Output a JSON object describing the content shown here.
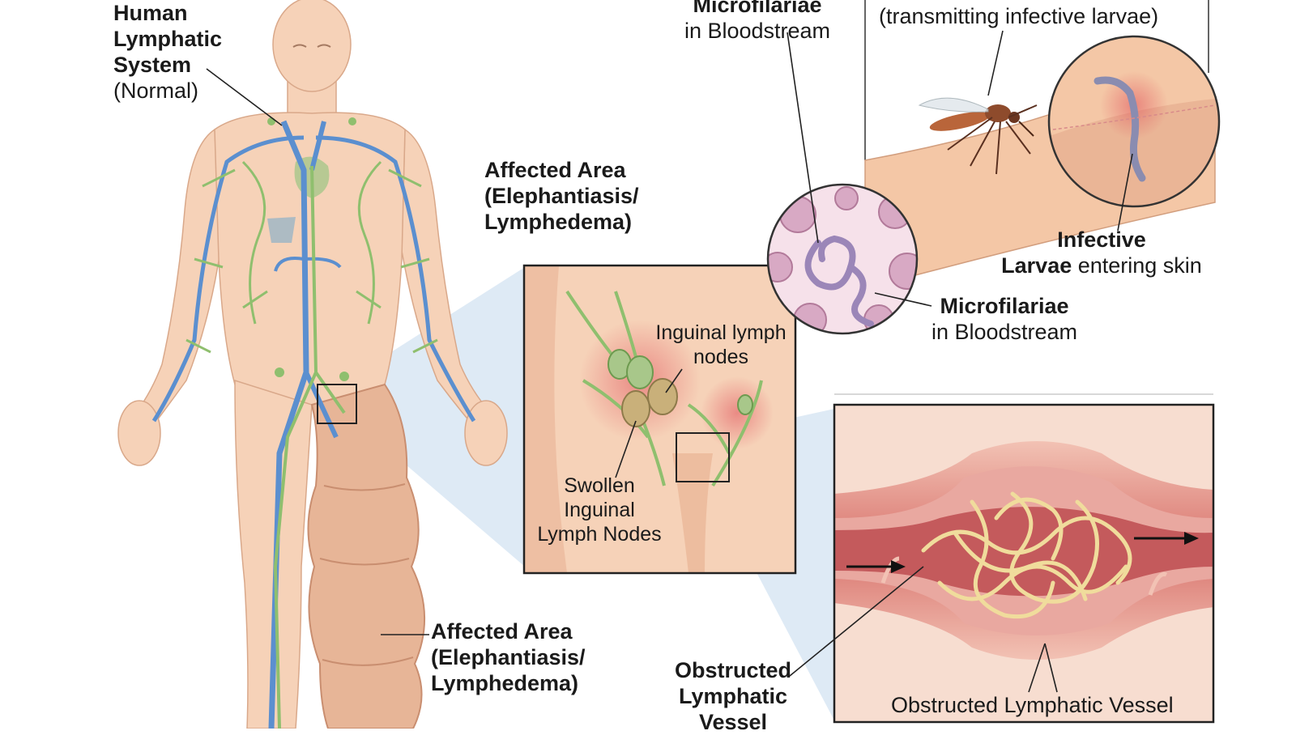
{
  "colors": {
    "skin": "#f6d2b8",
    "skin_shade": "#e9b394",
    "lymph_green": "#8fbf6e",
    "vessel_blue": "#5b8fcf",
    "inflamed_red": "#e0505a",
    "worm_cream": "#f0dc9c",
    "blood_pink": "#d8a9c4",
    "callout_blue": "#d8e6f3"
  },
  "labels": {
    "human_system": {
      "l1": "Human",
      "l2": "Lymphatic",
      "l3": "System",
      "l4": "(Normal)"
    },
    "affected_top": {
      "l1": "Affected Area",
      "l2": "(Elephantiasis/",
      "l3": "Lymphedema)"
    },
    "affected_leg": {
      "l1": "Affected Area",
      "l2": "(Elephantiasis/",
      "l3": "Lymphedema)"
    },
    "micro_top": {
      "l1": "Microfilariae",
      "l2": "in Bloodstream"
    },
    "mosquito": {
      "l1": "(transmitting infective larvae)"
    },
    "infective": {
      "l1_bold": "Infective",
      "l2_bold": "Larvae",
      "l2_rest": " entering skin"
    },
    "micro_mid": {
      "l1": "Microfilariae",
      "l2": "in Bloodstream"
    },
    "inguinal_nodes": {
      "l1": "Inguinal lymph",
      "l2": "nodes"
    },
    "swollen": {
      "l1": "Swollen",
      "l2": "Inguinal",
      "l3": "Lymph Nodes"
    },
    "obstructed_left": {
      "l1": "Obstructed",
      "l2": "Lymphatic",
      "l3": "Vessel"
    },
    "obstructed_bottom": {
      "l1": "Obstructed Lymphatic Vessel"
    }
  }
}
